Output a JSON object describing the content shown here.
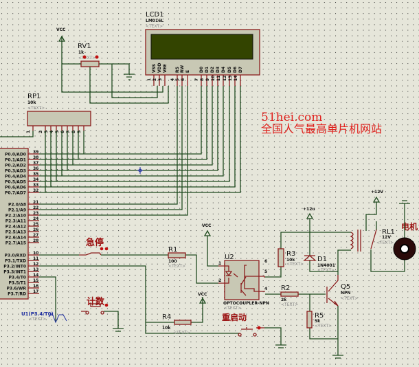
{
  "watermark": {
    "site": "51hei.com",
    "slogan": "全国人气最高单片机网站"
  },
  "lcd": {
    "ref": "LCD1",
    "part": "LM016L",
    "text": "<TEXT>",
    "screen_color": "#334400",
    "pins": [
      {
        "name": "VSS",
        "num": "1"
      },
      {
        "name": "VDD",
        "num": "2"
      },
      {
        "name": "VEE",
        "num": "3"
      },
      {
        "name": "RS",
        "num": "4"
      },
      {
        "name": "RW",
        "num": "5"
      },
      {
        "name": "E",
        "num": "6"
      },
      {
        "name": "D0",
        "num": "7"
      },
      {
        "name": "D1",
        "num": "8"
      },
      {
        "name": "D2",
        "num": "9"
      },
      {
        "name": "D3",
        "num": "10"
      },
      {
        "name": "D4",
        "num": "11"
      },
      {
        "name": "D5",
        "num": "12"
      },
      {
        "name": "D6",
        "num": "13"
      },
      {
        "name": "D7",
        "num": "14"
      }
    ]
  },
  "rv1": {
    "ref": "RV1",
    "value": "1k",
    "text": "<TEXT>"
  },
  "rp1": {
    "ref": "RP1",
    "value": "10k",
    "text": "<TEXT>",
    "pins": [
      "1",
      "2",
      "3",
      "4",
      "5",
      "6",
      "7",
      "8",
      "9"
    ]
  },
  "mcu": {
    "p0": [
      {
        "name": "P0.0/AD0",
        "num": "39"
      },
      {
        "name": "P0.1/AD1",
        "num": "38"
      },
      {
        "name": "P0.2/AD2",
        "num": "37"
      },
      {
        "name": "P0.3/AD3",
        "num": "36"
      },
      {
        "name": "P0.4/AD4",
        "num": "35"
      },
      {
        "name": "P0.5/AD5",
        "num": "34"
      },
      {
        "name": "P0.6/AD6",
        "num": "33"
      },
      {
        "name": "P0.7/AD7",
        "num": "32"
      }
    ],
    "p2": [
      {
        "name": "P2.0/A8",
        "num": "21"
      },
      {
        "name": "P2.1/A9",
        "num": "22"
      },
      {
        "name": "P2.2/A10",
        "num": "23"
      },
      {
        "name": "P2.3/A11",
        "num": "24"
      },
      {
        "name": "P2.4/A12",
        "num": "25"
      },
      {
        "name": "P2.5/A13",
        "num": "26"
      },
      {
        "name": "P2.6/A14",
        "num": "27"
      },
      {
        "name": "P2.7/A15",
        "num": "28"
      }
    ],
    "p3": [
      {
        "name": "P3.0/RXD",
        "num": "10"
      },
      {
        "name": "P3.1/TXD",
        "num": "11"
      },
      {
        "name": "P3.2/INT0",
        "num": "12"
      },
      {
        "name": "P3.3/INT1",
        "num": "13"
      },
      {
        "name": "P3.4/T0",
        "num": "14"
      },
      {
        "name": "P3.5/T1",
        "num": "15"
      },
      {
        "name": "P3.6/WR",
        "num": "16"
      },
      {
        "name": "P3.7/RD",
        "num": "17"
      }
    ]
  },
  "power": {
    "vcc": "VCC",
    "v12a": "+12u",
    "v12b": "+12V"
  },
  "buttons": {
    "estop": "急停",
    "count": "计数",
    "restart": "重启动"
  },
  "r1": {
    "ref": "R1",
    "value": "100",
    "text": "<TEXT>"
  },
  "r2": {
    "ref": "R2",
    "value": "2k",
    "text": "<TEXT>"
  },
  "r3": {
    "ref": "R3",
    "value": "10k",
    "text": "<TEXT>"
  },
  "r4": {
    "ref": "R4",
    "value": "10k",
    "text": "<TEXT>"
  },
  "r5": {
    "ref": "R5",
    "value": "5k",
    "text": "<TEXT>"
  },
  "u2": {
    "ref": "U2",
    "part": "OPTOCOUPLER-NPN",
    "text": "<TEXT>",
    "pins": {
      "p1": "1",
      "p2": "2",
      "p4": "4",
      "p5": "5",
      "p6": "6"
    }
  },
  "d1": {
    "ref": "D1",
    "part": "1N4001",
    "text": "<TEXT>"
  },
  "q5": {
    "ref": "Q5",
    "part": "NPN",
    "text": "<TEXT>"
  },
  "rl1": {
    "ref": "RL1",
    "value": "12V",
    "text": "<TEXT>"
  },
  "motor": {
    "label": "电机"
  },
  "siggen": {
    "label": "U1(P3.4/T0)",
    "text": "<TEXT>"
  }
}
